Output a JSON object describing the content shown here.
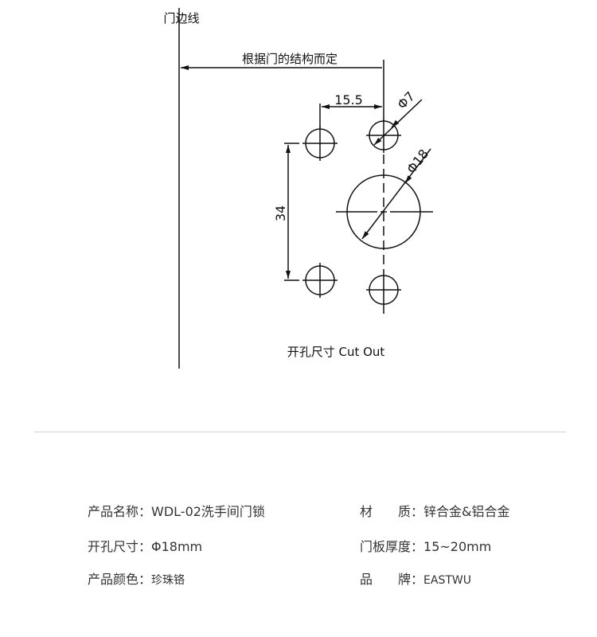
{
  "drawing": {
    "door_edge_label": "门边线",
    "structure_label": "根据门的结构而定",
    "dim_horizontal": "15.5",
    "dim_vertical": "34",
    "dim_small_hole": "Φ7",
    "dim_large_hole": "Φ18",
    "caption": "开孔尺寸 Cut Out"
  },
  "specs": [
    {
      "label": "产品名称：",
      "value": "WDL-02洗手间门锁"
    },
    {
      "label": "材　　质：",
      "value": "锌合金&铝合金"
    },
    {
      "label": "开孔尺寸：",
      "value": "Φ18mm"
    },
    {
      "label": "门板厚度：",
      "value": "15~20mm"
    },
    {
      "label": "产品颜色：",
      "value": "珍珠铬"
    },
    {
      "label": "品　　牌：",
      "value": "EASTWU"
    }
  ]
}
